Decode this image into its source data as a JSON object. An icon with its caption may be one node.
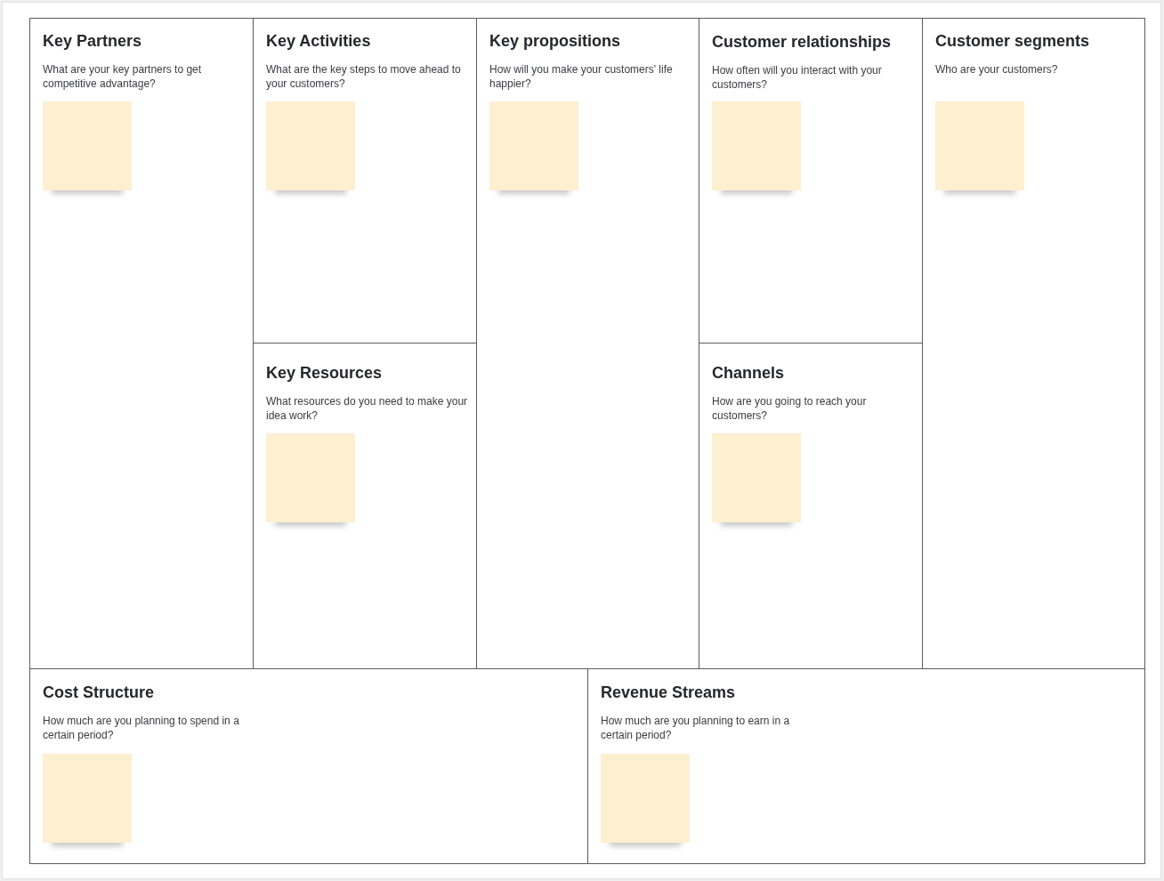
{
  "diagram": {
    "nodes": [
      {
        "text": [
          "Key Partners",
          "What are your key partners to get competitive advantage?"
        ]
      },
      {
        "text": [],
        "shape": "box",
        "in": 0
      },
      {
        "text": [
          "Key Activities",
          "What are the key steps to move ahead to your customers?"
        ]
      },
      {
        "text": [],
        "shape": "box",
        "in": 2
      },
      {
        "text": [
          "Key Resources",
          "What resources do you need to make your idea work?"
        ]
      },
      {
        "text": [],
        "shape": "box",
        "in": 4
      },
      {
        "text": [
          "Key propositions",
          "How will you make your customers' life happier?"
        ]
      },
      {
        "text": [],
        "shape": "box",
        "in": 6
      },
      {
        "text": [
          "Customer relationships",
          "How often will you interact with your customers?"
        ]
      },
      {
        "text": [],
        "shape": "box",
        "in": 8
      },
      {
        "text": [
          "Channels",
          "How are you going to reach your customers?"
        ]
      },
      {
        "text": [],
        "shape": "box",
        "in": 10
      },
      {
        "text": [
          "Customer segments",
          "Who are your customers?"
        ]
      },
      {
        "text": [],
        "shape": "box",
        "in": 12
      },
      {
        "text": [
          "Cost Structure",
          "How much are you planning to spend in a certain period?"
        ]
      },
      {
        "text": [],
        "shape": "box",
        "in": 14
      },
      {
        "text": [
          "Revenue Streams",
          "How much are you planning to earn in a certain period?"
        ]
      },
      {
        "text": [],
        "shape": "box",
        "in": 16
      }
    ]
  }
}
